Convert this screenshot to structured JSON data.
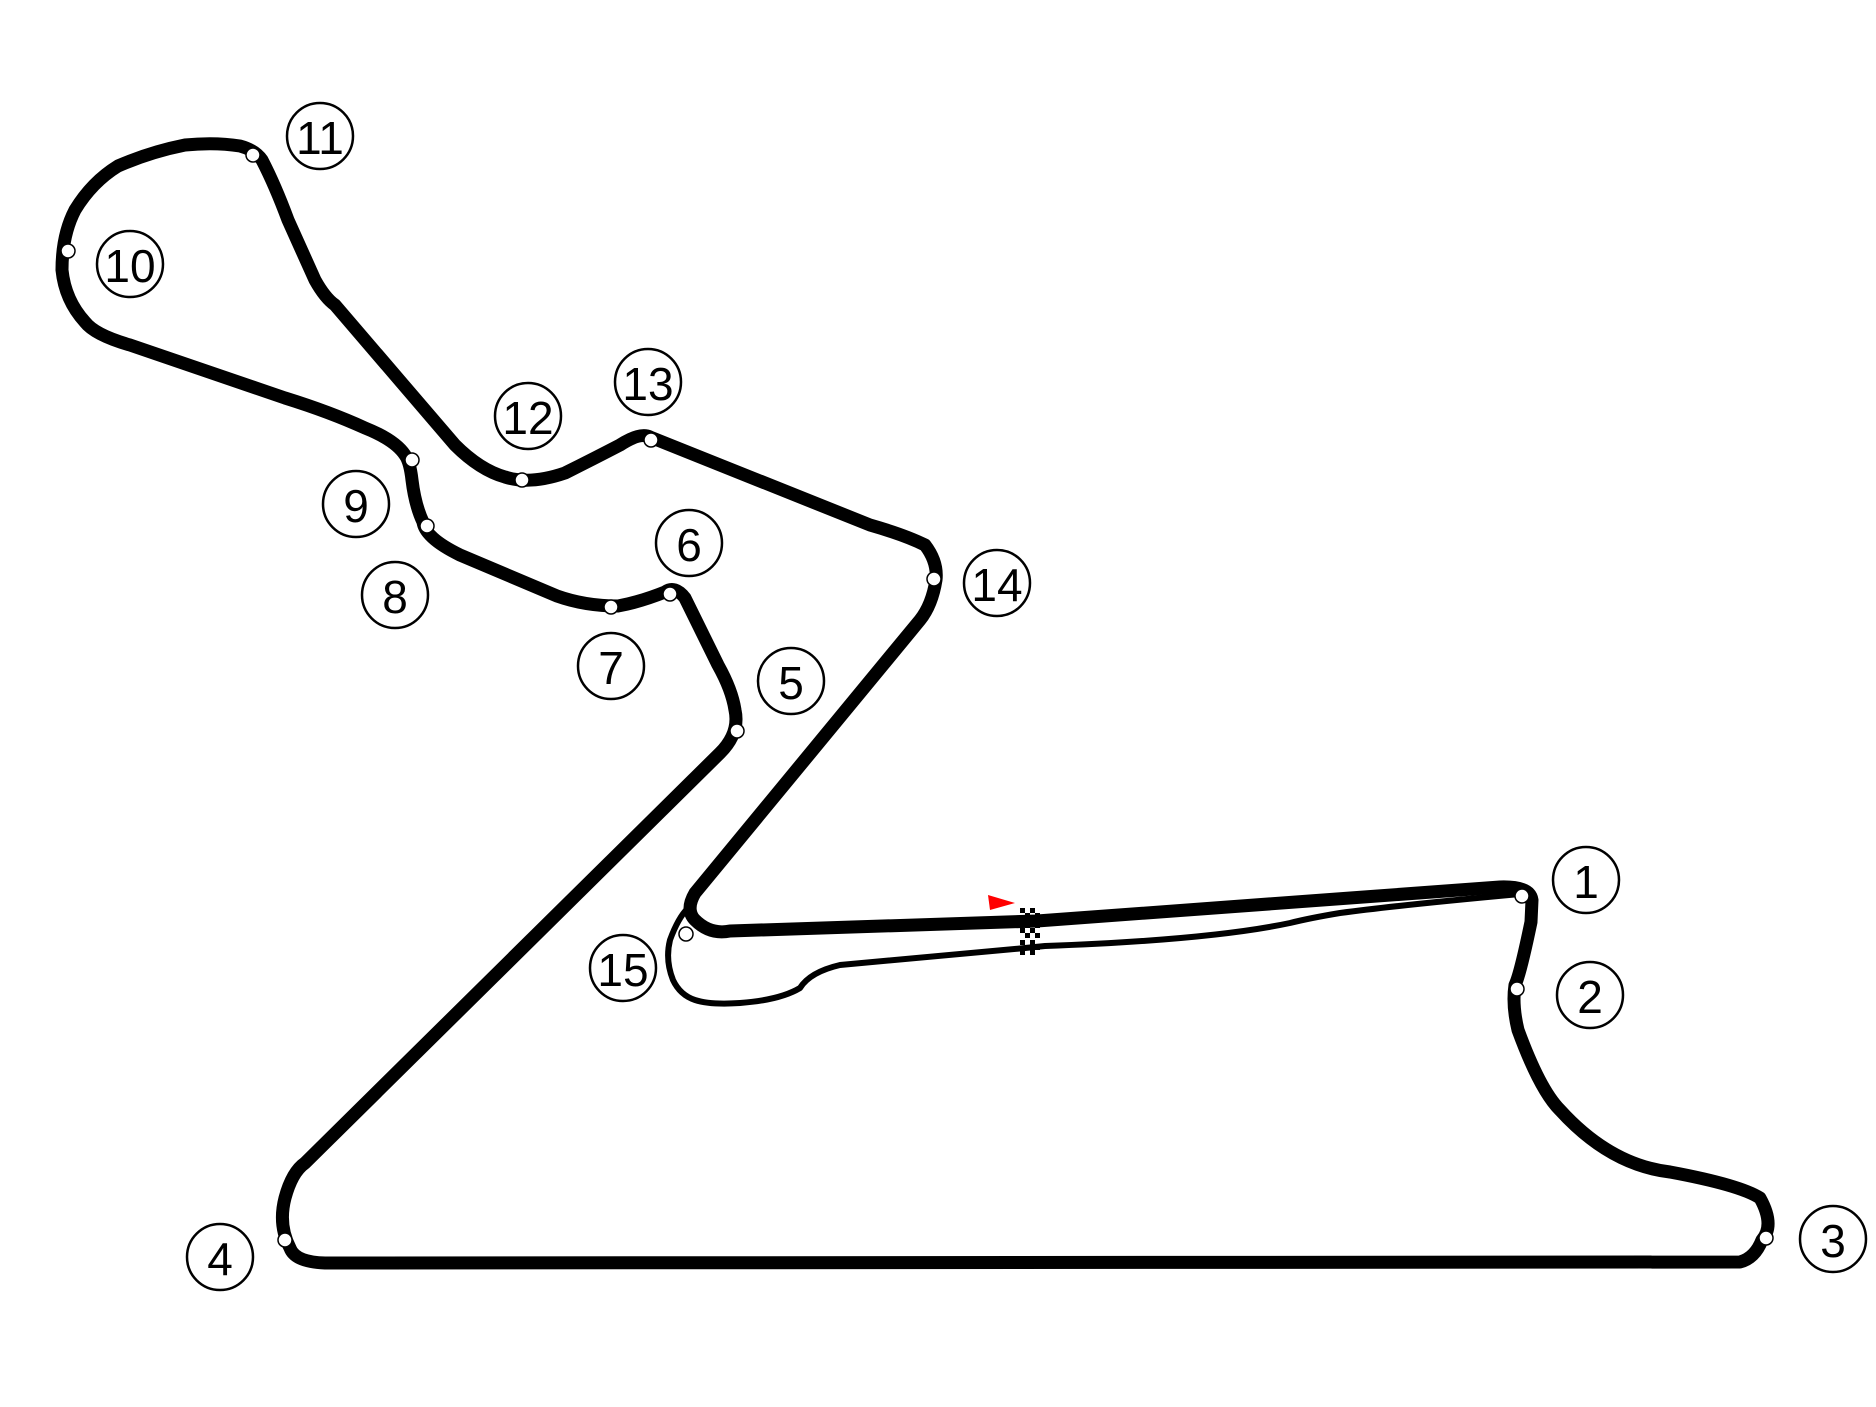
{
  "track": {
    "start_flag_color": "#ff0000",
    "track_color": "#000000",
    "corners": [
      {
        "number": "1"
      },
      {
        "number": "2"
      },
      {
        "number": "3"
      },
      {
        "number": "4"
      },
      {
        "number": "5"
      },
      {
        "number": "6"
      },
      {
        "number": "7"
      },
      {
        "number": "8"
      },
      {
        "number": "9"
      },
      {
        "number": "10"
      },
      {
        "number": "11"
      },
      {
        "number": "12"
      },
      {
        "number": "13"
      },
      {
        "number": "14"
      },
      {
        "number": "15"
      }
    ]
  }
}
